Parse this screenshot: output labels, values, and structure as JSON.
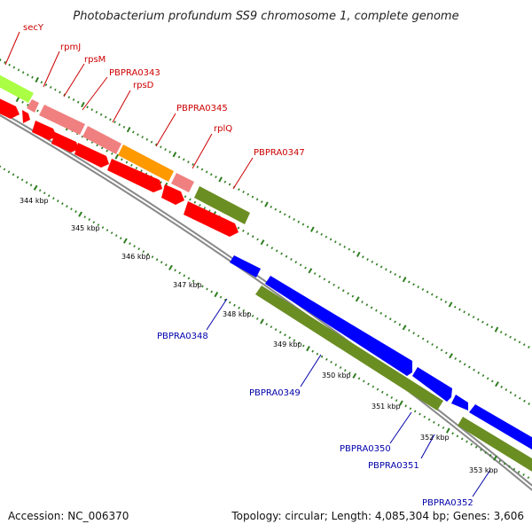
{
  "title": "Photobacterium profundum SS9 chromosome 1, complete genome",
  "accession": "Accession: NC_006370",
  "topology": "Topology: circular; Length: 4,085,304 bp; Genes: 3,606",
  "colors": {
    "forward_label": "#cc0000",
    "reverse_label": "#0000aa",
    "red_gene": "#ff0000",
    "pink_gene": "#f08080",
    "lime_gene": "#aaff44",
    "orange_gene": "#ff9900",
    "olive_gene": "#6b8e23",
    "blue_gene": "#0000ff",
    "backbone": "#888888",
    "ticks": "#2e7d20"
  },
  "kbp_labels": [
    "344 kbp",
    "345 kbp",
    "346 kbp",
    "347 kbp",
    "348 kbp",
    "349 kbp",
    "350 kbp",
    "351 kbp",
    "352 kbp",
    "353 kbp"
  ],
  "forward_gene_labels": [
    "secY",
    "rpmJ",
    "rpsM",
    "PBPRA0343",
    "rpsD",
    "PBPRA0345",
    "rplQ",
    "PBPRA0347"
  ],
  "reverse_gene_labels": [
    "PBPRA0348",
    "PBPRA0349",
    "PBPRA0350",
    "PBPRA0351",
    "PBPRA0352"
  ]
}
